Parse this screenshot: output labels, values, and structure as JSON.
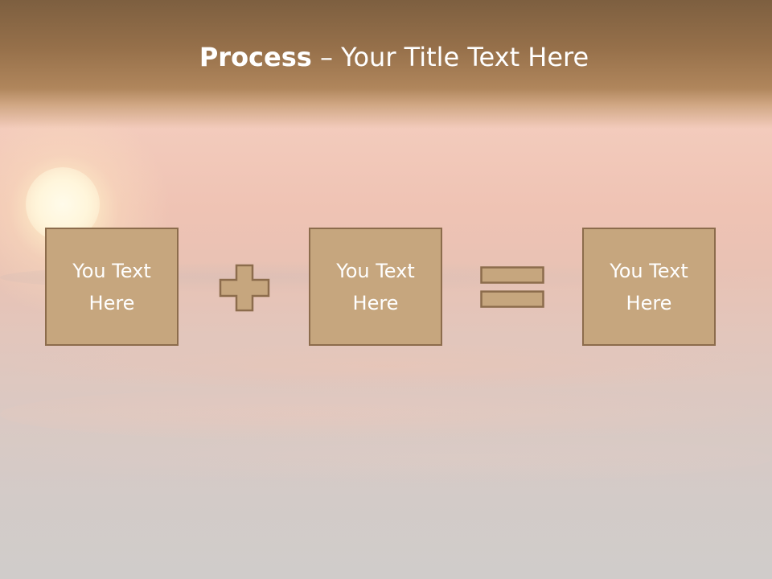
{
  "title": {
    "bold": "Process",
    "rest": " – Your Title Text Here"
  },
  "boxes": [
    {
      "text": "You Text\nHere"
    },
    {
      "text": "You Text\nHere"
    },
    {
      "text": "You Text\nHere"
    }
  ],
  "operators": [
    "plus-icon",
    "equals-icon"
  ],
  "colors": {
    "box_fill": "#c6a67e",
    "box_border": "#8c6c4c",
    "title_bar": "#96704a",
    "text": "#ffffff"
  }
}
